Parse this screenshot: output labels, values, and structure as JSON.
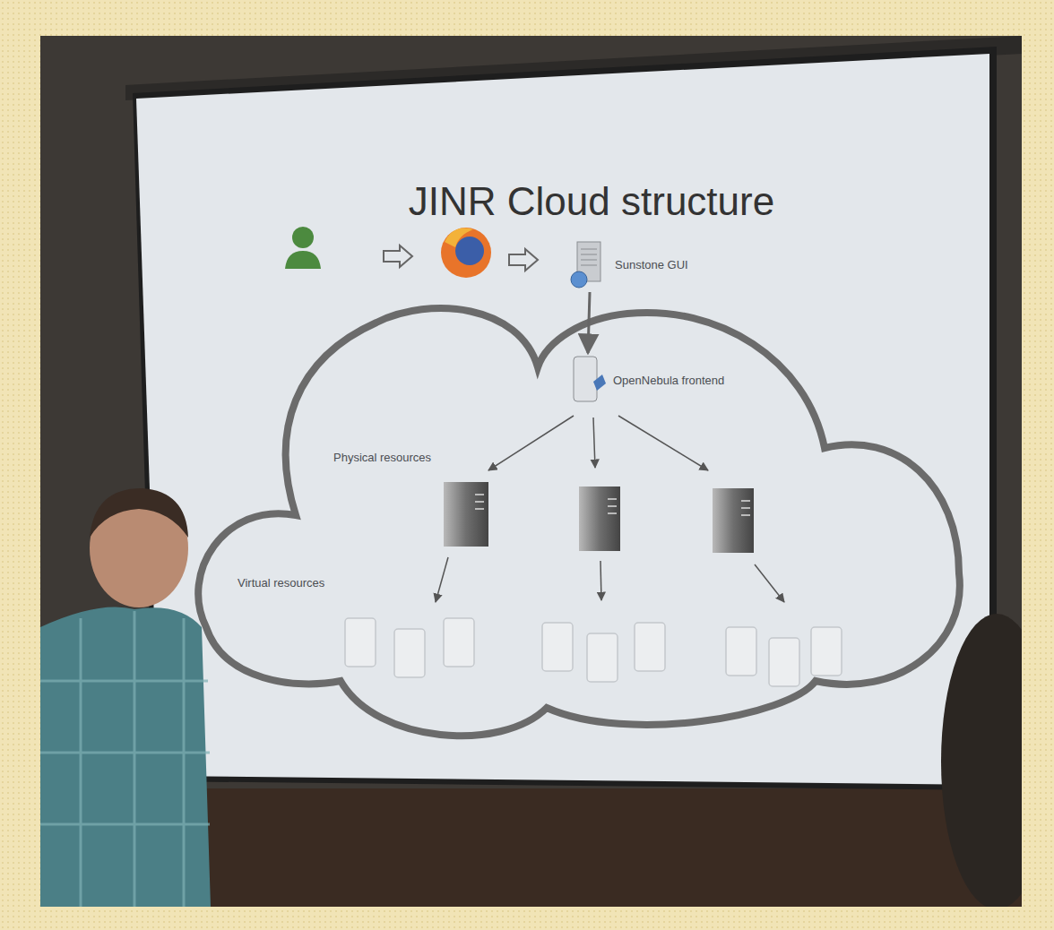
{
  "diagram": {
    "title": "JINR Cloud structure",
    "nodes": [
      {
        "text": [
          "Sunstone GUI"
        ]
      },
      {
        "text": [
          "OpenNebula frontend"
        ]
      }
    ],
    "edges": [
      {
        "from": 0,
        "to": 1,
        "arrow": "to"
      }
    ],
    "labels": [
      "Physical resources",
      "Virtual resources"
    ]
  }
}
